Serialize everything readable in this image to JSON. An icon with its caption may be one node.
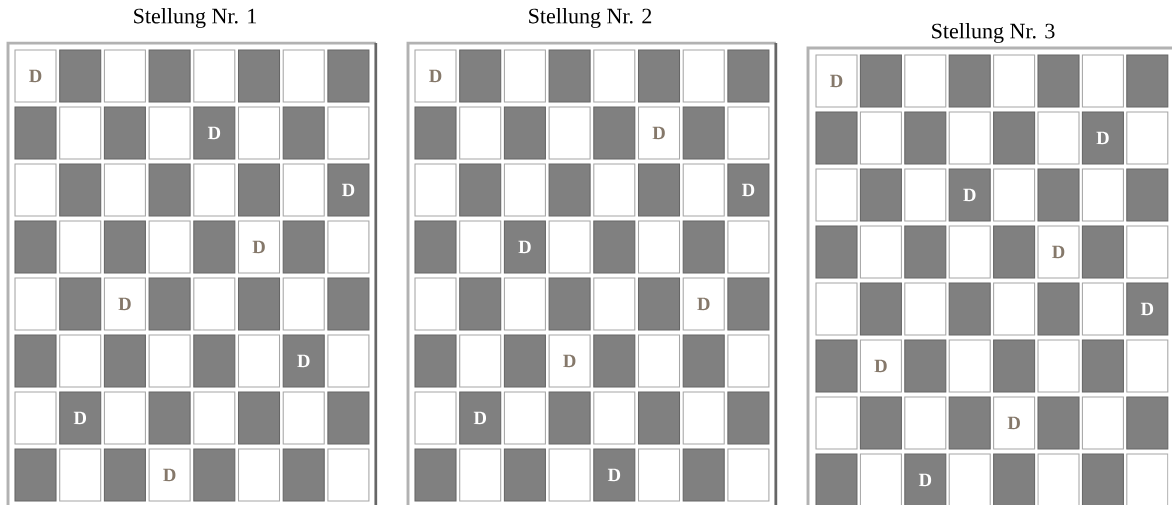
{
  "diagram": {
    "labels": [
      "Stellung Nr. 1",
      "D",
      "D",
      "D",
      "D",
      "D",
      "D",
      "D",
      "D",
      "Stellung Nr. 2",
      "D",
      "D",
      "D",
      "D",
      "D",
      "D",
      "D",
      "D",
      "Stellung Nr. 3",
      "D",
      "D",
      "D",
      "D",
      "D",
      "D",
      "D",
      "D"
    ]
  }
}
